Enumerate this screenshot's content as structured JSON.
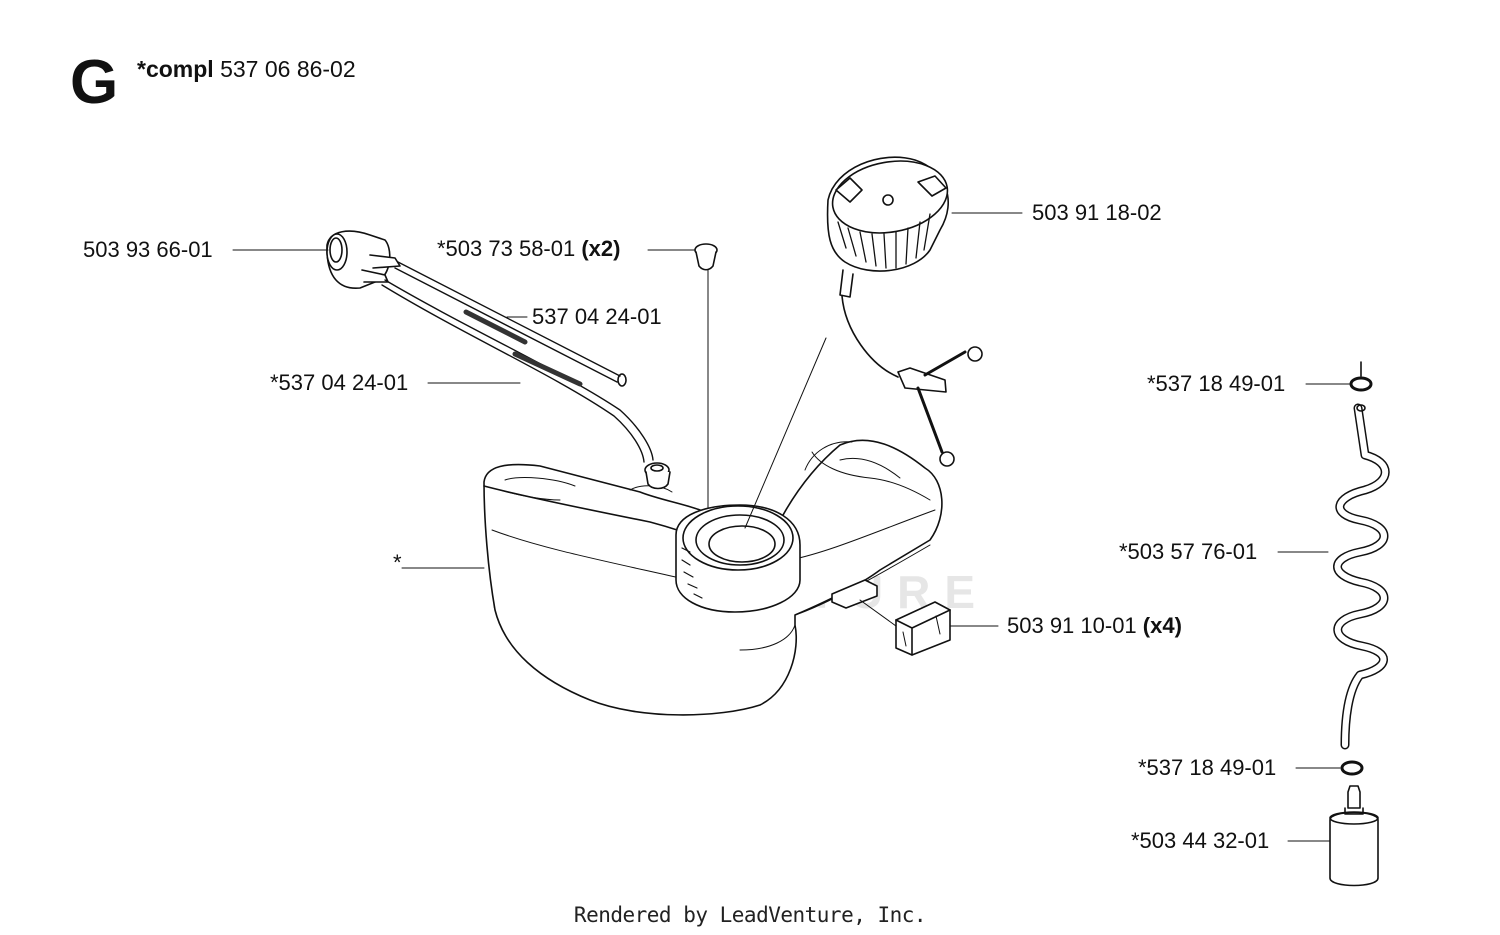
{
  "section": {
    "letter": "G",
    "compl_label": "*compl",
    "compl_number": "537 06 86-02"
  },
  "watermark": "LEADVENTURE",
  "callouts": {
    "primer_bulb": {
      "part": "503 93 66-01",
      "qty": ""
    },
    "grommet": {
      "part": "*503 73 58-01",
      "qty": "(x2)"
    },
    "fuel_hose_upper": {
      "part": "537 04 24-01",
      "qty": ""
    },
    "fuel_hose_lower": {
      "part": "*537 04 24-01",
      "qty": ""
    },
    "fuel_tank": {
      "part": "*",
      "qty": ""
    },
    "fuel_cap": {
      "part": "503 91 18-02",
      "qty": ""
    },
    "rubber_buffer": {
      "part": "503 91 10-01",
      "qty": "(x4)"
    },
    "washer_upper": {
      "part": "*537 18 49-01",
      "qty": ""
    },
    "coil_hose": {
      "part": "*503 57 76-01",
      "qty": ""
    },
    "washer_lower": {
      "part": "*537 18 49-01",
      "qty": ""
    },
    "fuel_filter": {
      "part": "*503 44 32-01",
      "qty": ""
    }
  },
  "footer": "Rendered by LeadVenture, Inc."
}
